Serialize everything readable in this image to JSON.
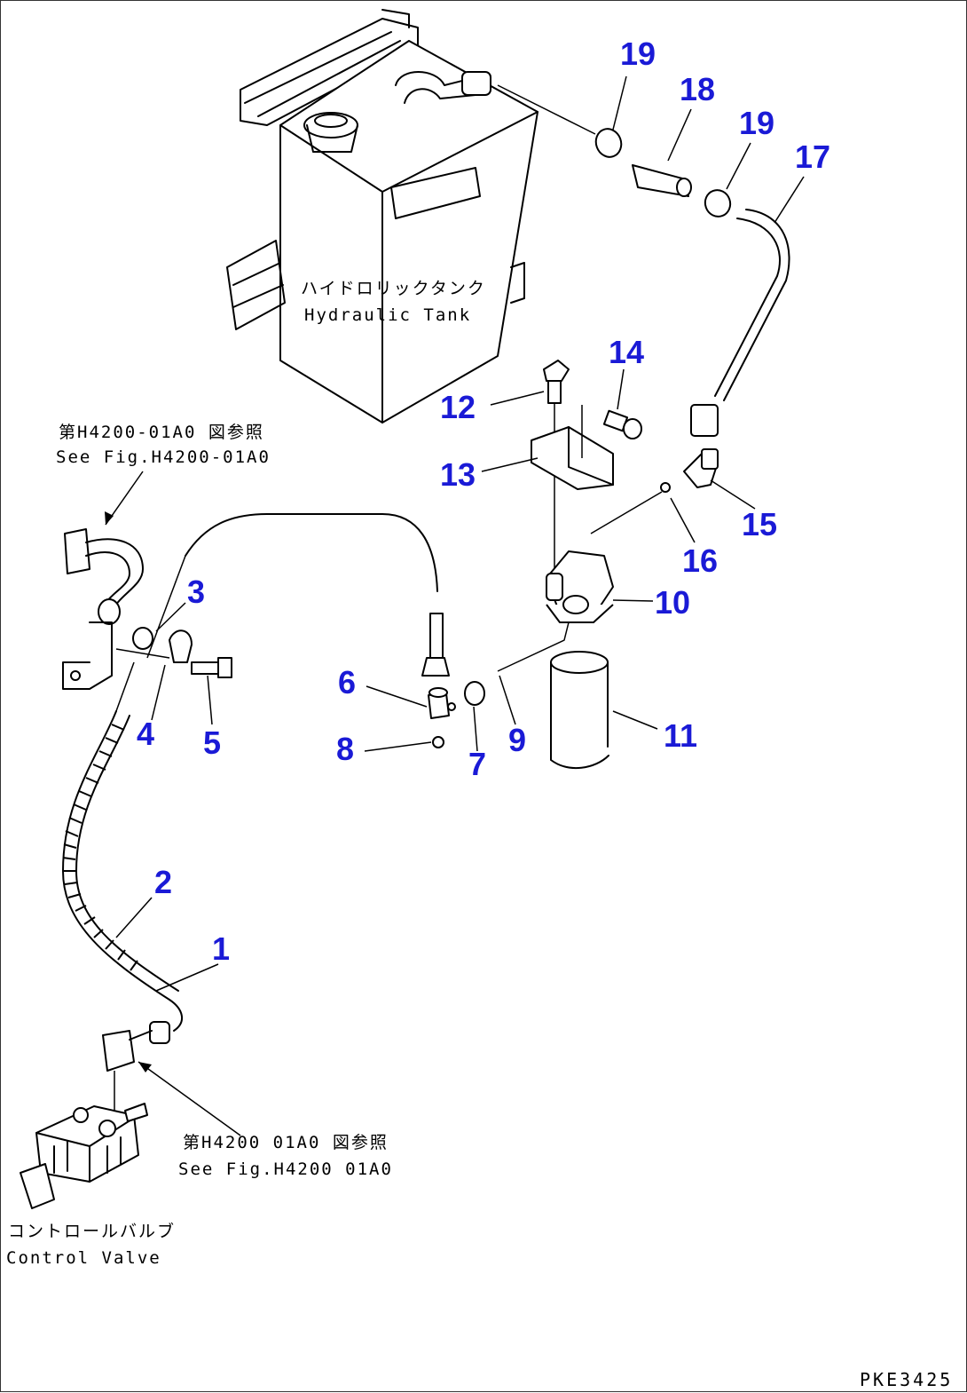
{
  "colors": {
    "callout": "#1a1ad6",
    "line": "#000000",
    "background": "#ffffff"
  },
  "labels": {
    "hydraulic_tank_jp": "ハイドロリックタンク",
    "hydraulic_tank_en": "Hydraulic Tank",
    "control_valve_jp": "コントロールバルブ",
    "control_valve_en": "Control Valve",
    "ref_top_jp": "第H4200-01A0 図参照",
    "ref_top_en": "See Fig.H4200-01A0",
    "ref_bottom_jp": "第H4200 01A0 図参照",
    "ref_bottom_en": "See Fig.H4200 01A0",
    "drawing_code": "PKE3425"
  },
  "callouts": [
    {
      "num": "19",
      "part": "clamp"
    },
    {
      "num": "18",
      "part": "hose"
    },
    {
      "num": "19",
      "part": "clamp"
    },
    {
      "num": "17",
      "part": "hose"
    },
    {
      "num": "14",
      "part": "bolt"
    },
    {
      "num": "12",
      "part": "bolt"
    },
    {
      "num": "13",
      "part": "bracket"
    },
    {
      "num": "15",
      "part": "elbow"
    },
    {
      "num": "16",
      "part": "o-ring"
    },
    {
      "num": "10",
      "part": "filter-head"
    },
    {
      "num": "3",
      "part": "nut"
    },
    {
      "num": "4",
      "part": "elbow"
    },
    {
      "num": "5",
      "part": "bolt"
    },
    {
      "num": "6",
      "part": "connector"
    },
    {
      "num": "7",
      "part": "nut"
    },
    {
      "num": "8",
      "part": "o-ring"
    },
    {
      "num": "9",
      "part": "o-ring"
    },
    {
      "num": "11",
      "part": "filter-element"
    },
    {
      "num": "2",
      "part": "protector"
    },
    {
      "num": "1",
      "part": "hose"
    }
  ]
}
